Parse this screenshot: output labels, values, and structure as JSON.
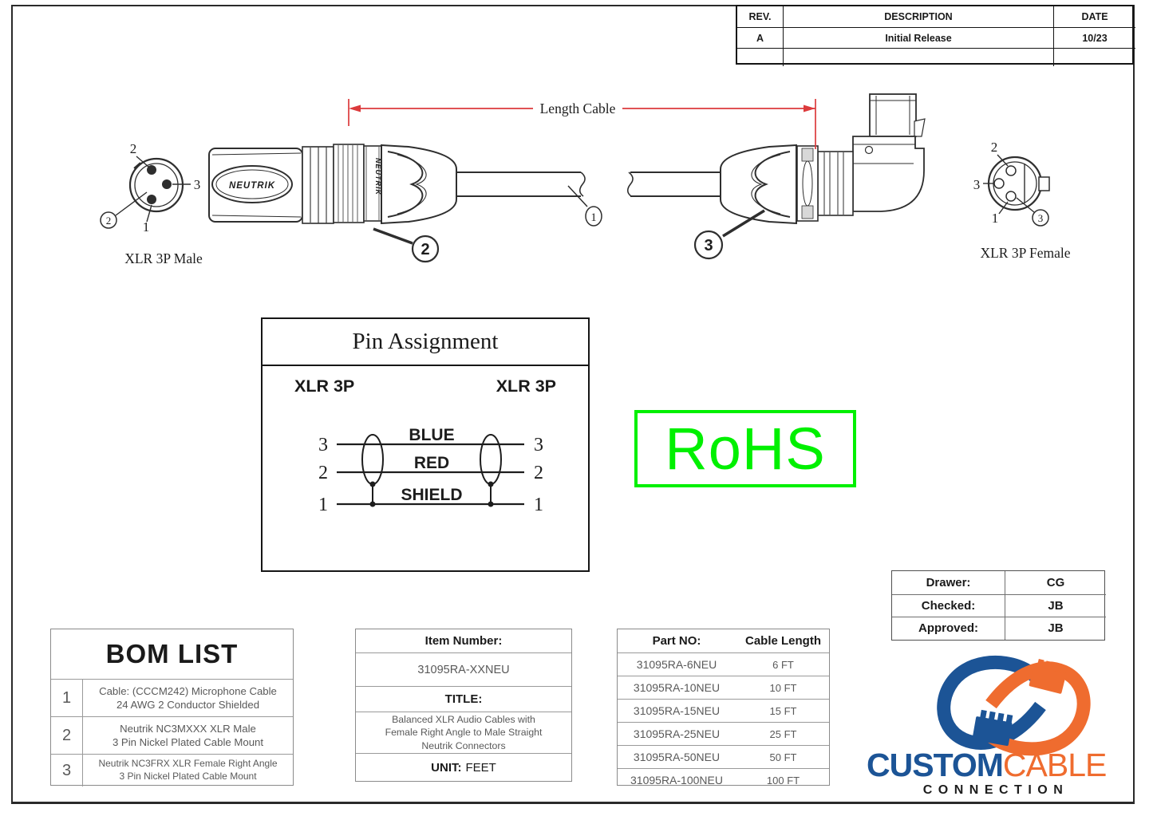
{
  "sheet": {
    "rev_table": {
      "headers": [
        "REV.",
        "DESCRIPTION",
        "DATE"
      ],
      "rows": [
        {
          "rev": "A",
          "description": "Initial Release",
          "date": "10/23"
        },
        {
          "rev": "",
          "description": "",
          "date": ""
        }
      ]
    },
    "drawing": {
      "dimension_label": "Length Cable",
      "brand": "NEUTRIK",
      "male_face": {
        "label": "XLR 3P Male",
        "pin2": "2",
        "pin3": "3",
        "pin1": "1",
        "callout": "2"
      },
      "female_face": {
        "label": "XLR 3P Female",
        "pin2": "2",
        "pin3": "3",
        "pin1": "1",
        "callout": "3"
      },
      "callouts": {
        "cable": "1",
        "male_connector": "2",
        "female_connector": "3"
      }
    },
    "pin_assignment": {
      "title": "Pin Assignment",
      "left_header": "XLR 3P",
      "right_header": "XLR 3P",
      "wires": [
        {
          "left_pin": "3",
          "label": "BLUE",
          "right_pin": "3"
        },
        {
          "left_pin": "2",
          "label": "RED",
          "right_pin": "2"
        },
        {
          "left_pin": "1",
          "label": "SHIELD",
          "right_pin": "1"
        }
      ]
    },
    "rohs": {
      "label": "RoHS",
      "color": "#00f000"
    },
    "approval": {
      "rows": [
        {
          "label": "Drawer:",
          "value": "CG"
        },
        {
          "label": "Checked:",
          "value": "JB"
        },
        {
          "label": "Approved:",
          "value": "JB"
        }
      ]
    },
    "bom": {
      "title": "BOM LIST",
      "items": [
        {
          "no": "1",
          "line1": "Cable: (CCCM242) Microphone Cable",
          "line2": "24 AWG 2 Conductor Shielded"
        },
        {
          "no": "2",
          "line1": "Neutrik NC3MXXX XLR Male",
          "line2": "3 Pin Nickel Plated Cable Mount"
        },
        {
          "no": "3",
          "line1": "Neutrik NC3FRX XLR Female Right Angle",
          "line2": "3 Pin Nickel Plated Cable Mount"
        }
      ]
    },
    "item_box": {
      "item_number_label": "Item Number:",
      "item_number": "31095RA-XXNEU",
      "title_label": "TITLE:",
      "title_line1": "Balanced XLR Audio Cables with",
      "title_line2": "Female Right Angle to Male Straight",
      "title_line3": "Neutrik Connectors",
      "unit_label": "UNIT:",
      "unit_value": "FEET"
    },
    "parts_table": {
      "headers": [
        "Part NO:",
        "Cable Length"
      ],
      "rows": [
        {
          "part_no": "31095RA-6NEU",
          "length": "6 FT"
        },
        {
          "part_no": "31095RA-10NEU",
          "length": "10 FT"
        },
        {
          "part_no": "31095RA-15NEU",
          "length": "15 FT"
        },
        {
          "part_no": "31095RA-25NEU",
          "length": "25 FT"
        },
        {
          "part_no": "31095RA-50NEU",
          "length": "50 FT"
        },
        {
          "part_no": "31095RA-100NEU",
          "length": "100 FT"
        }
      ]
    },
    "logo": {
      "word1": "CUSTOM",
      "word2": "CABLE",
      "word3": "CONNECTION",
      "blue": "#1c5496",
      "orange": "#ef6c2f"
    },
    "colors": {
      "dimension_red": "#dc3a3c",
      "drawing_line": "#2e2e2e",
      "muted_text": "#595959",
      "rohs_green": "#00f000"
    }
  }
}
